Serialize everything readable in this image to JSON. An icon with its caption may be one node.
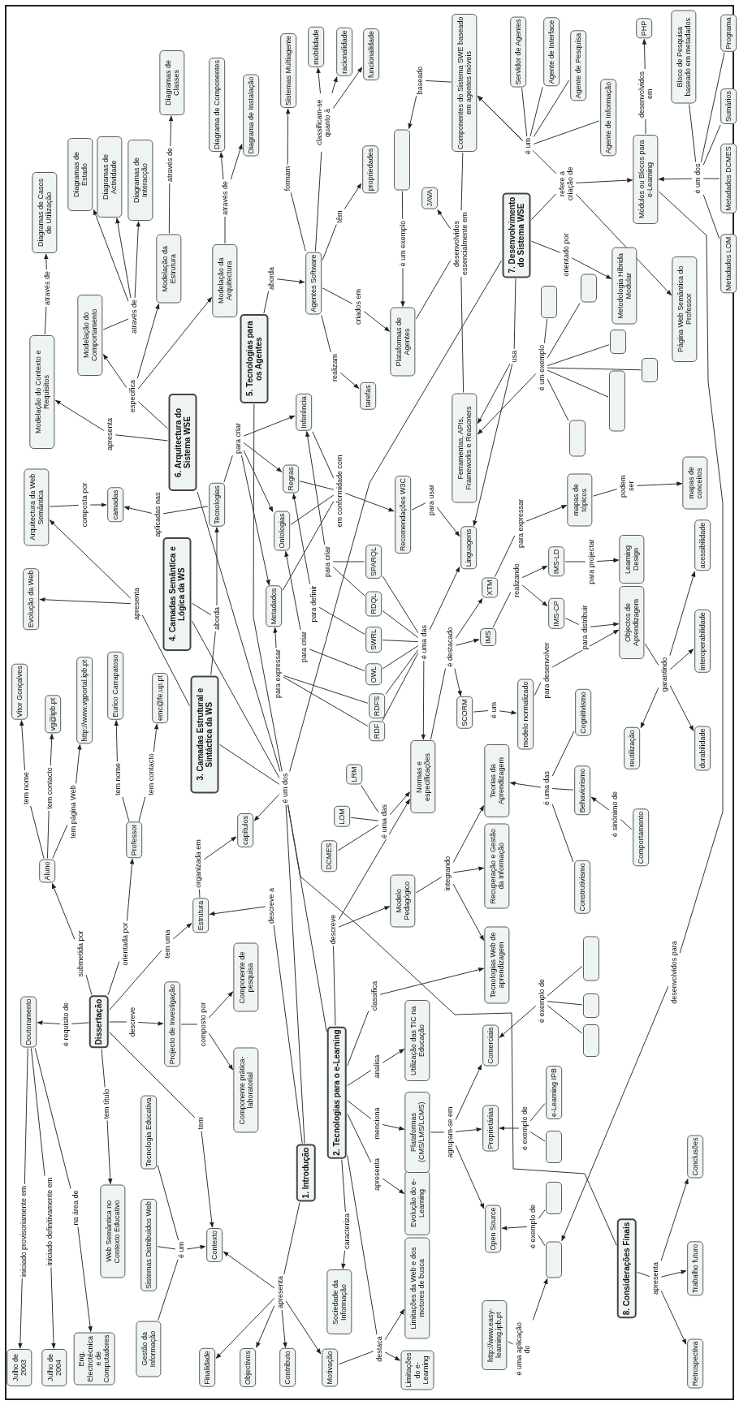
{
  "diagram": {
    "nodes": [
      {
        "text": [
          "Doutoramento"
        ]
      },
      {
        "text": [
          "Dissertação"
        ]
      },
      {
        "text": [
          "Julho de 2003"
        ]
      },
      {
        "text": [
          "Julho de 2004"
        ]
      },
      {
        "text": [
          "Eng. Electrotécnica e de Computadores"
        ]
      },
      {
        "text": [
          "Web Semântica no Contexto Educativo"
        ]
      },
      {
        "text": [
          "Tecnologia Educativa"
        ]
      },
      {
        "text": [
          "Sistemas Distribuídos Web"
        ]
      },
      {
        "text": [
          "Gestão da Informação"
        ]
      },
      {
        "text": [
          "Contexto"
        ]
      },
      {
        "text": [
          "Finalidade"
        ]
      },
      {
        "text": [
          "Objectivos"
        ]
      },
      {
        "text": [
          "Contributo"
        ]
      },
      {
        "text": [
          "Motivação"
        ]
      },
      {
        "text": [
          "1. Introdução"
        ]
      },
      {
        "text": [
          "Sociedade da Informação"
        ]
      },
      {
        "text": [
          "2. Tecnologias para o e-Learning"
        ]
      },
      {
        "text": [
          "Evolução do e-Learning"
        ]
      },
      {
        "text": [
          "Limitações da Web e dos motores de busca"
        ]
      },
      {
        "text": [
          "Limitações do e-Learning"
        ]
      },
      {
        "text": [
          "Plataformas (CMS/LMS/LCMS)"
        ]
      },
      {
        "text": [
          "Utilização das TIC na Educação"
        ]
      },
      {
        "text": [
          "Projecto de Investigação"
        ]
      },
      {
        "text": [
          "Componente de pesquisa"
        ]
      },
      {
        "text": [
          "Componente prática-laboratorial"
        ]
      },
      {
        "text": [
          "Estrutura"
        ]
      },
      {
        "text": [
          "capítulos"
        ]
      },
      {
        "text": [
          "Modelo Pedagógico"
        ]
      },
      {
        "text": [
          "Tecnologias Web de aprendizagem"
        ]
      },
      {
        "text": [
          "Recuperação e Gestão da Informação"
        ]
      },
      {
        "text": [
          "Teorias da Aprendizagem"
        ]
      },
      {
        "text": [
          "Normas e especificações"
        ]
      },
      {
        "text": [
          "Comerciais"
        ]
      },
      {
        "text": [
          "Proprietárias"
        ]
      },
      {
        "text": [
          "Open Source"
        ]
      },
      {
        "text": [
          "http://www.easy-learning.ipb.pt"
        ]
      },
      {
        "text": [],
        "shape": "box"
      },
      {
        "text": [],
        "shape": "box"
      },
      {
        "text": [],
        "shape": "box"
      },
      {
        "text": [
          "e-Learning IPB"
        ]
      },
      {
        "text": [],
        "shape": "box"
      },
      {
        "text": [],
        "shape": "box"
      },
      {
        "text": [],
        "shape": "box"
      },
      {
        "text": [
          "Construtivismo"
        ]
      },
      {
        "text": [
          "Behaviorismo"
        ]
      },
      {
        "text": [
          "Comportamento"
        ]
      },
      {
        "text": [
          "Cognitivismo"
        ]
      },
      {
        "text": [
          "modelo normalizado"
        ]
      },
      {
        "text": [
          "SCORM"
        ]
      },
      {
        "text": [
          "IMS"
        ]
      },
      {
        "text": [
          "IMS-CP"
        ]
      },
      {
        "text": [
          "IMS-LD"
        ]
      },
      {
        "text": [
          "XTM"
        ]
      },
      {
        "text": [
          "Linguagens"
        ]
      },
      {
        "text": [
          "mapas de tópicos"
        ]
      },
      {
        "text": [
          "mapas de conceitos"
        ]
      },
      {
        "text": [
          "Learning Design"
        ]
      },
      {
        "text": [
          "Objectos de Aprendizagem"
        ]
      },
      {
        "text": [
          "acessibilidade"
        ]
      },
      {
        "text": [
          "interoperabilidade"
        ]
      },
      {
        "text": [
          "reutilização"
        ]
      },
      {
        "text": [
          "durabilidade"
        ]
      },
      {
        "text": [
          "Aluno"
        ]
      },
      {
        "text": [
          "Vitor Gonçalves"
        ]
      },
      {
        "text": [
          "vg@ipb.pt"
        ]
      },
      {
        "text": [
          "http://www.vgportal.ipb.pt"
        ]
      },
      {
        "text": [
          "Eurico Carrapatoso"
        ]
      },
      {
        "text": [
          "emc@fe.up.pt"
        ]
      },
      {
        "text": [
          "3. Camadas Estrutural e Sintáctica da WS"
        ]
      },
      {
        "text": [
          "Professor"
        ]
      },
      {
        "text": [
          "DCMES"
        ]
      },
      {
        "text": [
          "LOM"
        ]
      },
      {
        "text": [
          "LRM"
        ]
      },
      {
        "text": [
          "RDF"
        ]
      },
      {
        "text": [
          "RDFS"
        ]
      },
      {
        "text": [
          "OWL"
        ]
      },
      {
        "text": [
          "SWRL"
        ]
      },
      {
        "text": [
          "RDQL"
        ]
      },
      {
        "text": [
          "SPARQL"
        ]
      },
      {
        "text": [
          "Metadados"
        ]
      },
      {
        "text": [
          "4. Camadas Semântica e Lógica da WS"
        ]
      },
      {
        "text": [
          "Evolução da Web"
        ]
      },
      {
        "text": [
          "Arquitectura da Web Semântica"
        ]
      },
      {
        "text": [
          "camadas"
        ]
      },
      {
        "text": [
          "Tecnologias"
        ]
      },
      {
        "text": [
          "Regras"
        ]
      },
      {
        "text": [
          "Ontologias"
        ]
      },
      {
        "text": [
          "Recomendações W3C"
        ]
      },
      {
        "text": [
          "Inferência"
        ]
      },
      {
        "text": [
          "6. Arquitectura do Sistema WSE"
        ]
      },
      {
        "text": [
          "Modelação do Contexto e Requisitos"
        ]
      },
      {
        "text": [
          "Modelação do Comportamento"
        ]
      },
      {
        "text": [
          "Modelação da Estrutura"
        ]
      },
      {
        "text": [
          "Modelação da Arquitectura"
        ]
      },
      {
        "text": [
          "Diagramas de Casos de Utilização"
        ]
      },
      {
        "text": [
          "Diagramas de Estado"
        ]
      },
      {
        "text": [
          "Diagramas de Actividade"
        ]
      },
      {
        "text": [
          "Diagramas de Interacção"
        ]
      },
      {
        "text": [
          "Diagramas de Classes"
        ]
      },
      {
        "text": [
          "Diagrama de Componentes"
        ]
      },
      {
        "text": [
          "Diagrama de Instalação"
        ]
      },
      {
        "text": [
          "5. Tecnologias para os Agentes"
        ]
      },
      {
        "text": [
          "Agentes Software"
        ]
      },
      {
        "text": [
          "Sistemas Multiagente"
        ]
      },
      {
        "text": [
          "mobilidade"
        ]
      },
      {
        "text": [
          "racionalidade"
        ]
      },
      {
        "text": [
          "funcionalidade"
        ]
      },
      {
        "text": [
          "propriedades"
        ]
      },
      {
        "text": [],
        "shape": "box"
      },
      {
        "text": [
          "JAVA"
        ]
      },
      {
        "text": [
          "Plataformas de Agentes"
        ]
      },
      {
        "text": [
          "tarefas"
        ]
      },
      {
        "text": [
          "Componentes do Sistema SWE baseado em agentes móveis"
        ]
      },
      {
        "text": [
          "Servidor de Agentes"
        ]
      },
      {
        "text": [
          "Agente de Interface"
        ]
      },
      {
        "text": [
          "Agente de Pesquisa"
        ]
      },
      {
        "text": [
          "Agente de Informação"
        ]
      },
      {
        "text": [
          "7. Desenvolvimento do Sistema WSE"
        ]
      },
      {
        "text": [
          "Metodologia Híbrida Modular"
        ]
      },
      {
        "text": [
          "Página Web Semântica do Professor"
        ]
      },
      {
        "text": [
          "Módulos ou Blocos para e-Learning"
        ]
      },
      {
        "text": [
          "PHP"
        ]
      },
      {
        "text": [
          "Bloco de Pesquisa baseado em metadados"
        ]
      },
      {
        "text": [
          "Programa"
        ]
      },
      {
        "text": [
          "Sumários"
        ]
      },
      {
        "text": [
          "Metadados DCMES"
        ]
      },
      {
        "text": [
          "Metadados LOM"
        ]
      },
      {
        "text": [
          "Ferramentas, APIs, Frameworks e Reasoners"
        ]
      },
      {
        "text": [],
        "shape": "box"
      },
      {
        "text": [],
        "shape": "box"
      },
      {
        "text": [],
        "shape": "box"
      },
      {
        "text": [],
        "shape": "box"
      },
      {
        "text": [],
        "shape": "box"
      },
      {
        "text": [],
        "shape": "box"
      },
      {
        "text": [
          "Conclusões"
        ]
      },
      {
        "text": [
          "Trabalho futuro"
        ]
      },
      {
        "text": [
          "Retrospectiva"
        ]
      },
      {
        "text": [
          "8. Considerações Finais"
        ]
      },
      {
        "text": [
          "através de"
        ]
      },
      {
        "text": [
          "através de"
        ]
      },
      {
        "text": [
          "através de"
        ]
      },
      {
        "text": [
          "através de"
        ]
      },
      {
        "text": [
          "especifica"
        ]
      },
      {
        "text": [
          "apresenta"
        ]
      },
      {
        "text": [
          "formam"
        ]
      },
      {
        "text": [
          "classificam-se quanto à"
        ]
      },
      {
        "text": [
          "têm"
        ]
      },
      {
        "text": [
          "é um exemplo"
        ]
      },
      {
        "text": [
          "baseado"
        ]
      },
      {
        "text": [
          "desenvolvidos essencialmente em"
        ]
      },
      {
        "text": [
          "aborda"
        ]
      },
      {
        "text": [
          "criados em"
        ]
      },
      {
        "text": [
          "realizam"
        ]
      },
      {
        "text": [
          "é um"
        ]
      },
      {
        "text": [
          "refere a criação de"
        ]
      },
      {
        "text": [
          "desenvolvidos em"
        ]
      },
      {
        "text": [
          "é um dos"
        ]
      },
      {
        "text": [
          "orientado por"
        ]
      },
      {
        "text": [
          "usa"
        ]
      },
      {
        "text": [
          "é um exemplo"
        ]
      },
      {
        "text": [
          "para criar"
        ]
      },
      {
        "text": [
          "em conformidade com"
        ]
      },
      {
        "text": [
          "para usar"
        ]
      },
      {
        "text": [
          "composta por"
        ]
      },
      {
        "text": [
          "aplicadas nas"
        ]
      },
      {
        "text": [
          "apresenta"
        ]
      },
      {
        "text": [
          "aborda"
        ]
      },
      {
        "text": [
          "para expressar"
        ]
      },
      {
        "text": [
          "para criar"
        ]
      },
      {
        "text": [
          "para definir"
        ]
      },
      {
        "text": [
          "para criar"
        ]
      },
      {
        "text": [
          "é uma das"
        ]
      },
      {
        "text": [
          "é uma das"
        ]
      },
      {
        "text": [
          "é destacado"
        ]
      },
      {
        "text": [
          "realizando"
        ]
      },
      {
        "text": [
          "para expressar"
        ]
      },
      {
        "text": [
          "podem ser"
        ]
      },
      {
        "text": [
          "para projectar"
        ]
      },
      {
        "text": [
          "para distribuir"
        ]
      },
      {
        "text": [
          "para desenvolver"
        ]
      },
      {
        "text": [
          "é um"
        ]
      },
      {
        "text": [
          "garantindo"
        ]
      },
      {
        "text": [
          "é uma das"
        ]
      },
      {
        "text": [
          "é sinónimo de"
        ]
      },
      {
        "text": [
          "integrando"
        ]
      },
      {
        "text": [
          "é um dos"
        ]
      },
      {
        "text": [
          "organizada em"
        ]
      },
      {
        "text": [
          "descreve a"
        ]
      },
      {
        "text": [
          "descreve"
        ]
      },
      {
        "text": [
          "tem nome"
        ]
      },
      {
        "text": [
          "tem contacto"
        ]
      },
      {
        "text": [
          "tem página Web"
        ]
      },
      {
        "text": [
          "tem nome"
        ]
      },
      {
        "text": [
          "tem contacto"
        ]
      },
      {
        "text": [
          "submetida por"
        ]
      },
      {
        "text": [
          "orientada por"
        ]
      },
      {
        "text": [
          "tem uma"
        ]
      },
      {
        "text": [
          "é requisito de"
        ]
      },
      {
        "text": [
          "descreve"
        ]
      },
      {
        "text": [
          "composto por"
        ]
      },
      {
        "text": [
          "tem título"
        ]
      },
      {
        "text": [
          "tem"
        ]
      },
      {
        "text": [
          "classifica"
        ]
      },
      {
        "text": [
          "analisa"
        ]
      },
      {
        "text": [
          "menciona"
        ]
      },
      {
        "text": [
          "apresenta"
        ]
      },
      {
        "text": [
          "agrupam-se em"
        ]
      },
      {
        "text": [
          "é exemplo de"
        ]
      },
      {
        "text": [
          "é exemplo de"
        ]
      },
      {
        "text": [
          "é exemplo de"
        ]
      },
      {
        "text": [
          "é uma aplicação do"
        ]
      },
      {
        "text": [
          "desenvolvidos para"
        ]
      },
      {
        "text": [
          "apresenta"
        ]
      },
      {
        "text": [
          "caracteriza"
        ]
      },
      {
        "text": [
          "destaca"
        ]
      },
      {
        "text": [
          "apresenta"
        ]
      },
      {
        "text": [
          "é um"
        ]
      },
      {
        "text": [
          "iniciado provisoriamente em"
        ]
      },
      {
        "text": [
          "iniciado definitivamente em"
        ]
      },
      {
        "text": [
          "na área de"
        ]
      }
    ],
    "edges": [
      {
        "from": 92,
        "to": 138,
        "arrow": "none"
      },
      {
        "from": 138,
        "to": 98,
        "arrow": "to"
      },
      {
        "from": 93,
        "to": 139,
        "arrow": "none"
      },
      {
        "from": 139,
        "to": 99,
        "arrow": "to"
      },
      {
        "from": 139,
        "to": 100,
        "arrow": "to"
      },
      {
        "from": 91,
        "to": 140,
        "arrow": "none"
      },
      {
        "from": 140,
        "to": 95,
        "arrow": "to"
      },
      {
        "from": 140,
        "to": 96,
        "arrow": "to"
      },
      {
        "from": 140,
        "to": 97,
        "arrow": "to"
      },
      {
        "from": 90,
        "to": 141,
        "arrow": "none"
      },
      {
        "from": 141,
        "to": 94,
        "arrow": "to"
      },
      {
        "from": 89,
        "to": 142,
        "arrow": "none"
      },
      {
        "from": 142,
        "to": 91,
        "arrow": "to"
      },
      {
        "from": 142,
        "to": 92,
        "arrow": "to"
      },
      {
        "from": 142,
        "to": 93,
        "arrow": "to"
      },
      {
        "from": 89,
        "to": 143,
        "arrow": "none"
      },
      {
        "from": 143,
        "to": 90,
        "arrow": "to"
      },
      {
        "from": 102,
        "to": 144,
        "arrow": "none"
      },
      {
        "from": 144,
        "to": 103,
        "arrow": "to"
      },
      {
        "from": 102,
        "to": 145,
        "arrow": "none"
      },
      {
        "from": 145,
        "to": 104,
        "arrow": "to"
      },
      {
        "from": 145,
        "to": 105,
        "arrow": "to"
      },
      {
        "from": 145,
        "to": 106,
        "arrow": "to"
      },
      {
        "from": 102,
        "to": 146,
        "arrow": "none"
      },
      {
        "from": 146,
        "to": 107,
        "arrow": "to"
      },
      {
        "from": 108,
        "to": 147,
        "arrow": "none"
      },
      {
        "from": 147,
        "to": 110,
        "arrow": "to"
      },
      {
        "from": 112,
        "to": 148,
        "arrow": "none"
      },
      {
        "from": 148,
        "to": 108,
        "arrow": "to"
      },
      {
        "from": 112,
        "to": 149,
        "arrow": "none"
      },
      {
        "from": 110,
        "to": 149,
        "arrow": "none"
      },
      {
        "from": 127,
        "to": 149,
        "arrow": "none"
      },
      {
        "from": 149,
        "to": 109,
        "arrow": "to"
      },
      {
        "from": 101,
        "to": 150,
        "arrow": "none"
      },
      {
        "from": 150,
        "to": 102,
        "arrow": "to"
      },
      {
        "from": 102,
        "to": 151,
        "arrow": "none"
      },
      {
        "from": 151,
        "to": 110,
        "arrow": "to"
      },
      {
        "from": 102,
        "to": 152,
        "arrow": "none"
      },
      {
        "from": 152,
        "to": 111,
        "arrow": "to"
      },
      {
        "from": 113,
        "to": 153,
        "arrow": "none"
      },
      {
        "from": 114,
        "to": 153,
        "arrow": "none"
      },
      {
        "from": 115,
        "to": 153,
        "arrow": "none"
      },
      {
        "from": 116,
        "to": 153,
        "arrow": "none"
      },
      {
        "from": 153,
        "to": 112,
        "arrow": "to"
      },
      {
        "from": 117,
        "to": 154,
        "arrow": "none"
      },
      {
        "from": 154,
        "to": 112,
        "arrow": "to"
      },
      {
        "from": 154,
        "to": 120,
        "arrow": "to"
      },
      {
        "from": 154,
        "to": 119,
        "arrow": "to"
      },
      {
        "from": 120,
        "to": 155,
        "arrow": "none"
      },
      {
        "from": 155,
        "to": 121,
        "arrow": "to"
      },
      {
        "from": 122,
        "to": 156,
        "arrow": "none"
      },
      {
        "from": 123,
        "to": 156,
        "arrow": "none"
      },
      {
        "from": 124,
        "to": 156,
        "arrow": "none"
      },
      {
        "from": 125,
        "to": 156,
        "arrow": "none"
      },
      {
        "from": 126,
        "to": 156,
        "arrow": "none"
      },
      {
        "from": 156,
        "to": 120,
        "arrow": "to"
      },
      {
        "from": 117,
        "to": 157,
        "arrow": "none"
      },
      {
        "from": 157,
        "to": 118,
        "arrow": "to"
      },
      {
        "from": 117,
        "to": 158,
        "arrow": "none"
      },
      {
        "from": 158,
        "to": 127,
        "arrow": "to"
      },
      {
        "from": 158,
        "to": 53,
        "arrow": "to"
      },
      {
        "from": 128,
        "to": 159,
        "arrow": "none"
      },
      {
        "from": 129,
        "to": 159,
        "arrow": "none"
      },
      {
        "from": 130,
        "to": 159,
        "arrow": "none"
      },
      {
        "from": 131,
        "to": 159,
        "arrow": "none"
      },
      {
        "from": 132,
        "to": 159,
        "arrow": "none"
      },
      {
        "from": 133,
        "to": 159,
        "arrow": "none"
      },
      {
        "from": 159,
        "to": 127,
        "arrow": "to"
      },
      {
        "from": 84,
        "to": 160,
        "arrow": "none"
      },
      {
        "from": 160,
        "to": 88,
        "arrow": "to"
      },
      {
        "from": 160,
        "to": 85,
        "arrow": "to"
      },
      {
        "from": 160,
        "to": 86,
        "arrow": "to"
      },
      {
        "from": 160,
        "to": 79,
        "arrow": "to"
      },
      {
        "from": 88,
        "to": 161,
        "arrow": "none"
      },
      {
        "from": 85,
        "to": 161,
        "arrow": "none"
      },
      {
        "from": 86,
        "to": 161,
        "arrow": "none"
      },
      {
        "from": 79,
        "to": 161,
        "arrow": "none"
      },
      {
        "from": 161,
        "to": 87,
        "arrow": "to"
      },
      {
        "from": 87,
        "to": 162,
        "arrow": "none"
      },
      {
        "from": 162,
        "to": 53,
        "arrow": "to"
      },
      {
        "from": 82,
        "to": 163,
        "arrow": "none"
      },
      {
        "from": 163,
        "to": 83,
        "arrow": "to"
      },
      {
        "from": 84,
        "to": 164,
        "arrow": "none"
      },
      {
        "from": 164,
        "to": 83,
        "arrow": "to"
      },
      {
        "from": 68,
        "to": 165,
        "arrow": "none"
      },
      {
        "from": 165,
        "to": 82,
        "arrow": "to"
      },
      {
        "from": 165,
        "to": 81,
        "arrow": "to"
      },
      {
        "from": 80,
        "to": 166,
        "arrow": "none"
      },
      {
        "from": 68,
        "to": 166,
        "arrow": "none"
      },
      {
        "from": 166,
        "to": 84,
        "arrow": "to"
      },
      {
        "from": 73,
        "to": 167,
        "arrow": "none"
      },
      {
        "from": 74,
        "to": 167,
        "arrow": "none"
      },
      {
        "from": 167,
        "to": 79,
        "arrow": "to"
      },
      {
        "from": 75,
        "to": 168,
        "arrow": "none"
      },
      {
        "from": 168,
        "to": 86,
        "arrow": "to"
      },
      {
        "from": 76,
        "to": 169,
        "arrow": "none"
      },
      {
        "from": 169,
        "to": 85,
        "arrow": "to"
      },
      {
        "from": 78,
        "to": 170,
        "arrow": "none"
      },
      {
        "from": 77,
        "to": 170,
        "arrow": "none"
      },
      {
        "from": 170,
        "to": 88,
        "arrow": "to"
      },
      {
        "from": 78,
        "to": 171,
        "arrow": "none"
      },
      {
        "from": 77,
        "to": 171,
        "arrow": "none"
      },
      {
        "from": 76,
        "to": 171,
        "arrow": "none"
      },
      {
        "from": 75,
        "to": 171,
        "arrow": "none"
      },
      {
        "from": 74,
        "to": 171,
        "arrow": "none"
      },
      {
        "from": 73,
        "to": 171,
        "arrow": "none"
      },
      {
        "from": 171,
        "to": 53,
        "arrow": "to"
      },
      {
        "from": 171,
        "to": 31,
        "arrow": "to"
      },
      {
        "from": 70,
        "to": 172,
        "arrow": "none"
      },
      {
        "from": 71,
        "to": 172,
        "arrow": "none"
      },
      {
        "from": 72,
        "to": 172,
        "arrow": "none"
      },
      {
        "from": 172,
        "to": 31,
        "arrow": "to"
      },
      {
        "from": 31,
        "to": 173,
        "arrow": "none"
      },
      {
        "from": 173,
        "to": 52,
        "arrow": "to"
      },
      {
        "from": 173,
        "to": 49,
        "arrow": "to"
      },
      {
        "from": 173,
        "to": 48,
        "arrow": "to"
      },
      {
        "from": 49,
        "to": 174,
        "arrow": "none"
      },
      {
        "from": 174,
        "to": 50,
        "arrow": "to"
      },
      {
        "from": 174,
        "to": 51,
        "arrow": "to"
      },
      {
        "from": 52,
        "to": 175,
        "arrow": "none"
      },
      {
        "from": 175,
        "to": 54,
        "arrow": "to"
      },
      {
        "from": 54,
        "to": 176,
        "arrow": "none"
      },
      {
        "from": 176,
        "to": 55,
        "arrow": "to"
      },
      {
        "from": 51,
        "to": 177,
        "arrow": "none"
      },
      {
        "from": 177,
        "to": 56,
        "arrow": "to"
      },
      {
        "from": 50,
        "to": 178,
        "arrow": "none"
      },
      {
        "from": 178,
        "to": 57,
        "arrow": "to"
      },
      {
        "from": 47,
        "to": 179,
        "arrow": "none"
      },
      {
        "from": 179,
        "to": 57,
        "arrow": "to"
      },
      {
        "from": 48,
        "to": 180,
        "arrow": "none"
      },
      {
        "from": 180,
        "to": 47,
        "arrow": "to"
      },
      {
        "from": 57,
        "to": 181,
        "arrow": "none"
      },
      {
        "from": 181,
        "to": 58,
        "arrow": "to"
      },
      {
        "from": 181,
        "to": 59,
        "arrow": "to"
      },
      {
        "from": 181,
        "to": 60,
        "arrow": "to"
      },
      {
        "from": 181,
        "to": 61,
        "arrow": "to"
      },
      {
        "from": 44,
        "to": 182,
        "arrow": "none"
      },
      {
        "from": 46,
        "to": 182,
        "arrow": "none"
      },
      {
        "from": 43,
        "to": 182,
        "arrow": "none"
      },
      {
        "from": 182,
        "to": 30,
        "arrow": "to"
      },
      {
        "from": 45,
        "to": 183,
        "arrow": "none"
      },
      {
        "from": 183,
        "to": 44,
        "arrow": "to"
      },
      {
        "from": 27,
        "to": 184,
        "arrow": "none"
      },
      {
        "from": 184,
        "to": 30,
        "arrow": "to"
      },
      {
        "from": 184,
        "to": 29,
        "arrow": "to"
      },
      {
        "from": 184,
        "to": 28,
        "arrow": "to"
      },
      {
        "from": 14,
        "to": 185,
        "arrow": "none"
      },
      {
        "from": 16,
        "to": 185,
        "arrow": "none"
      },
      {
        "from": 68,
        "to": 185,
        "arrow": "none"
      },
      {
        "from": 80,
        "to": 185,
        "arrow": "none"
      },
      {
        "from": 101,
        "to": 185,
        "arrow": "none"
      },
      {
        "from": 89,
        "to": 185,
        "arrow": "none"
      },
      {
        "from": 117,
        "to": 185,
        "arrow": "none"
      },
      {
        "from": 137,
        "to": 185,
        "arrow": "none"
      },
      {
        "from": 185,
        "to": 26,
        "arrow": "to"
      },
      {
        "from": 25,
        "to": 186,
        "arrow": "none"
      },
      {
        "from": 186,
        "to": 26,
        "arrow": "to"
      },
      {
        "from": 14,
        "to": 187,
        "arrow": "none"
      },
      {
        "from": 187,
        "to": 25,
        "arrow": "to"
      },
      {
        "from": 16,
        "to": 188,
        "arrow": "none"
      },
      {
        "from": 188,
        "to": 27,
        "arrow": "to"
      },
      {
        "from": 188,
        "to": 31,
        "arrow": "to"
      },
      {
        "from": 62,
        "to": 189,
        "arrow": "none"
      },
      {
        "from": 189,
        "to": 63,
        "arrow": "to"
      },
      {
        "from": 62,
        "to": 190,
        "arrow": "none"
      },
      {
        "from": 190,
        "to": 64,
        "arrow": "to"
      },
      {
        "from": 62,
        "to": 191,
        "arrow": "none"
      },
      {
        "from": 191,
        "to": 65,
        "arrow": "to"
      },
      {
        "from": 69,
        "to": 192,
        "arrow": "none"
      },
      {
        "from": 192,
        "to": 66,
        "arrow": "to"
      },
      {
        "from": 69,
        "to": 193,
        "arrow": "none"
      },
      {
        "from": 193,
        "to": 67,
        "arrow": "to"
      },
      {
        "from": 1,
        "to": 194,
        "arrow": "none"
      },
      {
        "from": 194,
        "to": 62,
        "arrow": "to"
      },
      {
        "from": 1,
        "to": 195,
        "arrow": "none"
      },
      {
        "from": 195,
        "to": 69,
        "arrow": "to"
      },
      {
        "from": 1,
        "to": 196,
        "arrow": "none"
      },
      {
        "from": 196,
        "to": 25,
        "arrow": "to"
      },
      {
        "from": 1,
        "to": 197,
        "arrow": "none"
      },
      {
        "from": 197,
        "to": 0,
        "arrow": "to"
      },
      {
        "from": 1,
        "to": 198,
        "arrow": "none"
      },
      {
        "from": 198,
        "to": 22,
        "arrow": "to"
      },
      {
        "from": 22,
        "to": 199,
        "arrow": "none"
      },
      {
        "from": 199,
        "to": 23,
        "arrow": "to"
      },
      {
        "from": 199,
        "to": 24,
        "arrow": "to"
      },
      {
        "from": 1,
        "to": 200,
        "arrow": "none"
      },
      {
        "from": 200,
        "to": 5,
        "arrow": "to"
      },
      {
        "from": 1,
        "to": 201,
        "arrow": "none"
      },
      {
        "from": 201,
        "to": 9,
        "arrow": "to"
      },
      {
        "from": 16,
        "to": 202,
        "arrow": "none"
      },
      {
        "from": 202,
        "to": 28,
        "arrow": "to"
      },
      {
        "from": 16,
        "to": 203,
        "arrow": "none"
      },
      {
        "from": 203,
        "to": 21,
        "arrow": "to"
      },
      {
        "from": 16,
        "to": 204,
        "arrow": "none"
      },
      {
        "from": 204,
        "to": 20,
        "arrow": "to"
      },
      {
        "from": 16,
        "to": 205,
        "arrow": "none"
      },
      {
        "from": 205,
        "to": 17,
        "arrow": "to"
      },
      {
        "from": 20,
        "to": 206,
        "arrow": "none"
      },
      {
        "from": 206,
        "to": 32,
        "arrow": "to"
      },
      {
        "from": 206,
        "to": 33,
        "arrow": "to"
      },
      {
        "from": 206,
        "to": 34,
        "arrow": "to"
      },
      {
        "from": 40,
        "to": 207,
        "arrow": "none"
      },
      {
        "from": 41,
        "to": 207,
        "arrow": "none"
      },
      {
        "from": 42,
        "to": 207,
        "arrow": "none"
      },
      {
        "from": 207,
        "to": 32,
        "arrow": "to"
      },
      {
        "from": 39,
        "to": 208,
        "arrow": "none"
      },
      {
        "from": 38,
        "to": 208,
        "arrow": "none"
      },
      {
        "from": 208,
        "to": 33,
        "arrow": "to"
      },
      {
        "from": 37,
        "to": 209,
        "arrow": "none"
      },
      {
        "from": 36,
        "to": 209,
        "arrow": "none"
      },
      {
        "from": 209,
        "to": 34,
        "arrow": "to"
      },
      {
        "from": 35,
        "to": 210,
        "arrow": "none"
      },
      {
        "from": 210,
        "to": 36,
        "arrow": "to"
      },
      {
        "from": 120,
        "to": 211,
        "arrow": "none"
      },
      {
        "from": 211,
        "to": 36,
        "arrow": "to"
      },
      {
        "from": 137,
        "to": 212,
        "arrow": "none"
      },
      {
        "from": 212,
        "to": 134,
        "arrow": "to"
      },
      {
        "from": 212,
        "to": 135,
        "arrow": "to"
      },
      {
        "from": 212,
        "to": 136,
        "arrow": "to"
      },
      {
        "from": 16,
        "to": 213,
        "arrow": "none"
      },
      {
        "from": 213,
        "to": 15,
        "arrow": "to"
      },
      {
        "from": 16,
        "to": 214,
        "arrow": "none"
      },
      {
        "from": 13,
        "to": 214,
        "arrow": "none"
      },
      {
        "from": 214,
        "to": 18,
        "arrow": "to"
      },
      {
        "from": 214,
        "to": 19,
        "arrow": "to"
      },
      {
        "from": 14,
        "to": 215,
        "arrow": "none"
      },
      {
        "from": 215,
        "to": 9,
        "arrow": "to"
      },
      {
        "from": 215,
        "to": 10,
        "arrow": "to"
      },
      {
        "from": 215,
        "to": 11,
        "arrow": "to"
      },
      {
        "from": 215,
        "to": 12,
        "arrow": "to"
      },
      {
        "from": 215,
        "to": 13,
        "arrow": "to"
      },
      {
        "from": 6,
        "to": 216,
        "arrow": "none"
      },
      {
        "from": 7,
        "to": 216,
        "arrow": "none"
      },
      {
        "from": 8,
        "to": 216,
        "arrow": "none"
      },
      {
        "from": 216,
        "to": 9,
        "arrow": "to"
      },
      {
        "from": 0,
        "to": 217,
        "arrow": "none"
      },
      {
        "from": 217,
        "to": 2,
        "arrow": "to"
      },
      {
        "from": 0,
        "to": 218,
        "arrow": "none"
      },
      {
        "from": 218,
        "to": 3,
        "arrow": "to"
      },
      {
        "from": 0,
        "to": 219,
        "arrow": "none"
      },
      {
        "from": 219,
        "to": 4,
        "arrow": "to"
      }
    ]
  }
}
